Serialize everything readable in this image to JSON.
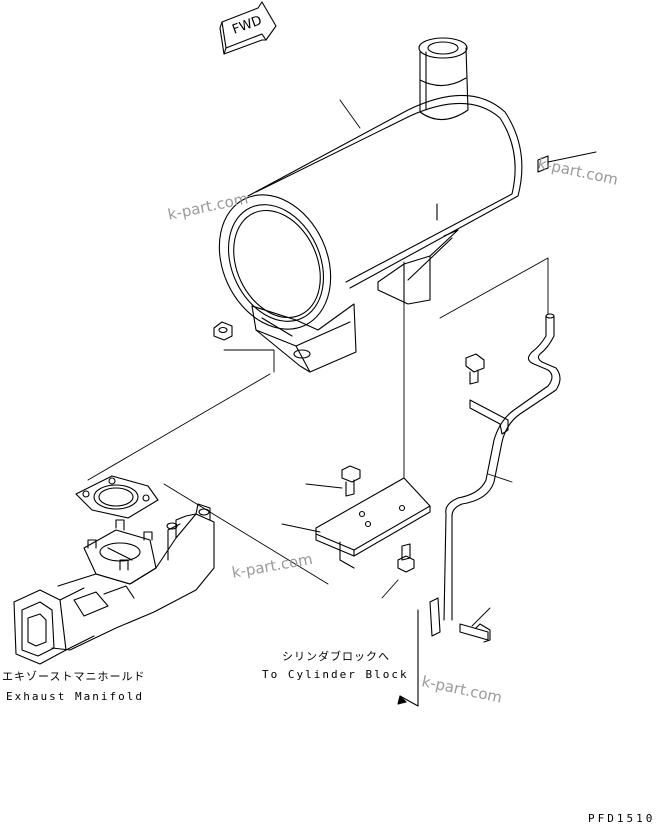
{
  "fwd_label": "FWD",
  "labels": {
    "exhaust_manifold_jp": "エキゾーストマニホールド",
    "exhaust_manifold_en": "Exhaust Manifold",
    "cylinder_block_jp": "シリンダブロックへ",
    "cylinder_block_en": "To Cylinder Block"
  },
  "drawing_code": "PFD1510",
  "watermark": "k-part.com",
  "colors": {
    "line": "#000000",
    "watermark": "#9a9a9a",
    "background": "#ffffff"
  }
}
